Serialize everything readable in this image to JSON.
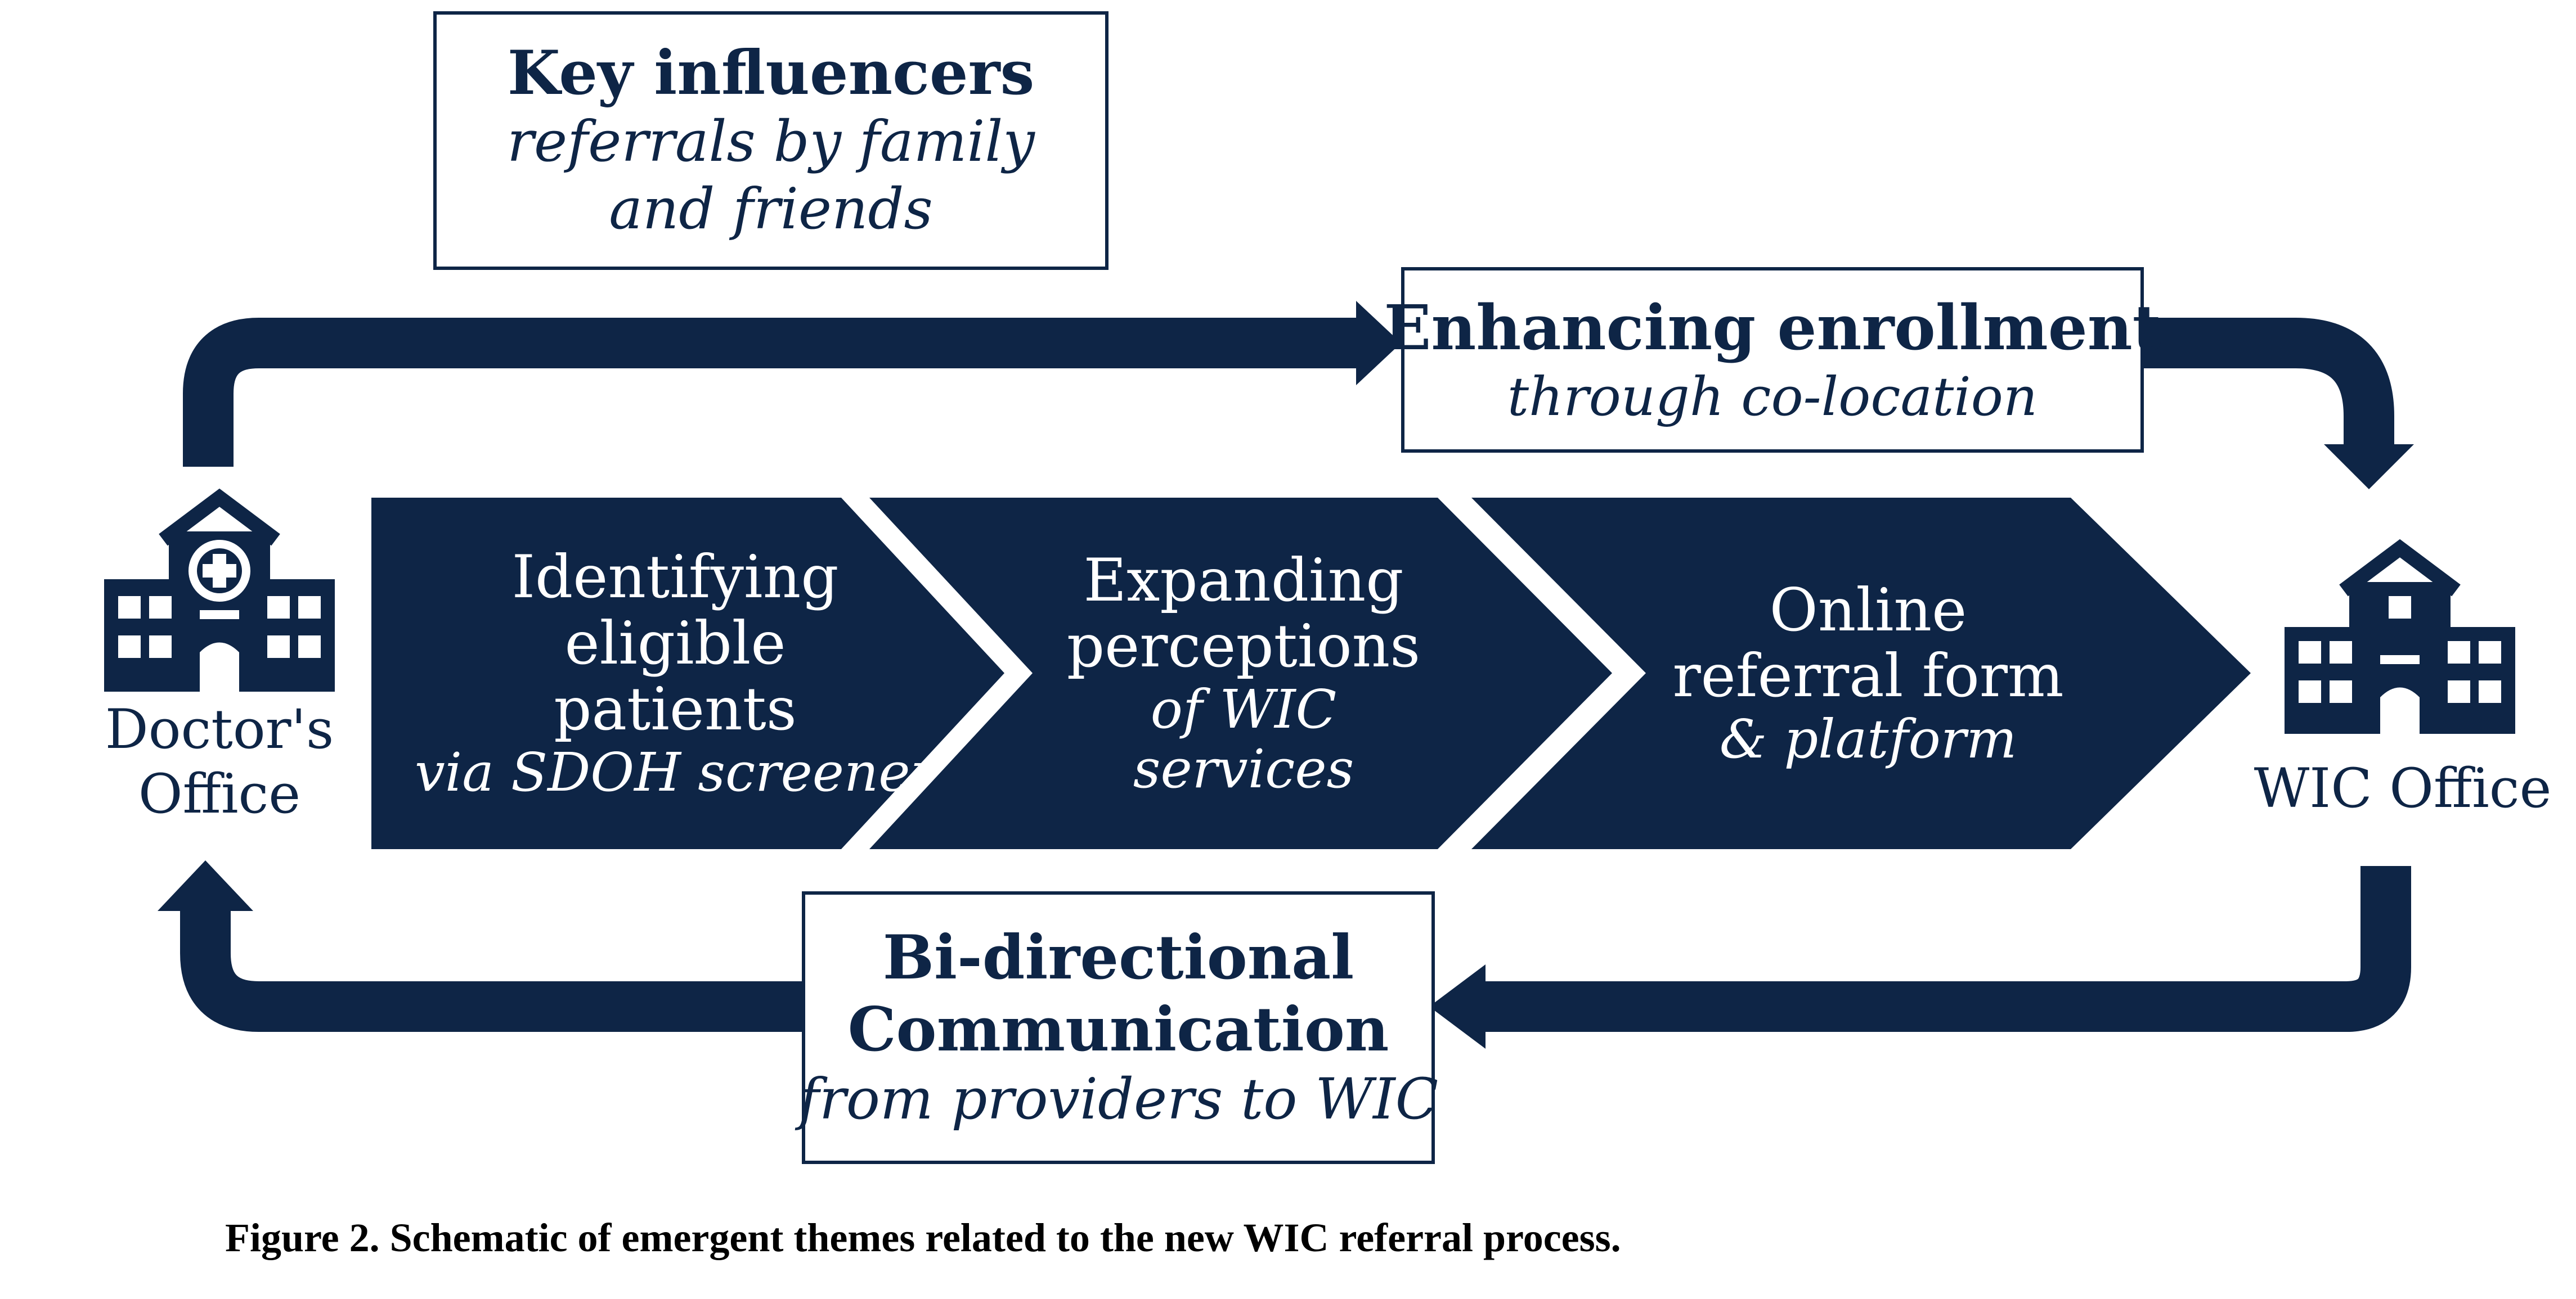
{
  "influencers": {
    "title": "Key influencers",
    "subtitle": "referrals by family and friends"
  },
  "enrollment": {
    "title": "Enhancing enrollment",
    "subtitle": "through co-location"
  },
  "communication": {
    "title": "Bi-directional Communication",
    "subtitle": "from providers to WIC"
  },
  "stages": [
    {
      "title": "Identifying eligible patients",
      "subtitle": "via SDOH screener"
    },
    {
      "title": "Expanding perceptions",
      "subtitle": "of WIC services"
    },
    {
      "title": "Online referral form",
      "subtitle": "& platform"
    }
  ],
  "nodes": {
    "doctor": "Doctor's Office",
    "wic": "WIC Office"
  },
  "caption": "Figure 2. Schematic of emergent themes related to the new WIC referral process.",
  "colors": {
    "navy": "#0e2546",
    "background": "#ffffff"
  }
}
